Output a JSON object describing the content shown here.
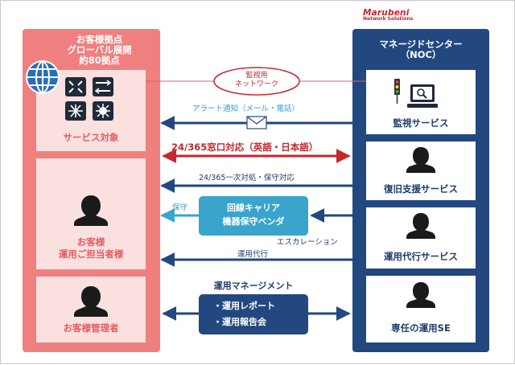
{
  "brand": {
    "name": "Marubeni",
    "sub": "Network Solutions"
  },
  "left_panel": {
    "title_lines": [
      "お客様拠点",
      "グローバル展開",
      "約80拠点"
    ],
    "service_target": "サービス対象",
    "customer_lines": [
      "お客様",
      "運用ご担当者様"
    ],
    "manager": "お客様管理者"
  },
  "right_panel": {
    "title_lines": [
      "マネージドセンター",
      "（NOC）"
    ],
    "services": [
      "監視サービス",
      "復旧支援サービス",
      "運用代行サービス",
      "専任の運用SE"
    ]
  },
  "connections": {
    "monitoring_network_lines": [
      "監視用",
      "ネットワーク"
    ],
    "alert": "アラート通知（メール・電話）",
    "support_window": "24/365窓口対応（英語・日本語）",
    "first_response": "24/365一次対処・保守対応",
    "maintenance": "保守",
    "escalation": "エスカレーション",
    "ops_proxy": "運用代行",
    "carrier_lines": [
      "回線キャリア",
      "機器保守ベンダ"
    ],
    "ops_mgmt_title": "運用マネージメント",
    "ops_mgmt_items": [
      "・運用レポート",
      "・運用報告会"
    ]
  },
  "colors": {
    "pink": "#f08080",
    "pink_light": "#fbe0e0",
    "navy": "#23477f",
    "red": "#c6282d",
    "blue": "#3aa4cc"
  },
  "icons": [
    "globe-icon",
    "router-icon",
    "switch-icon",
    "hub-icon",
    "network-node-icon",
    "person-icon",
    "envelope-icon",
    "monitor-icon",
    "traffic-light-icon"
  ]
}
